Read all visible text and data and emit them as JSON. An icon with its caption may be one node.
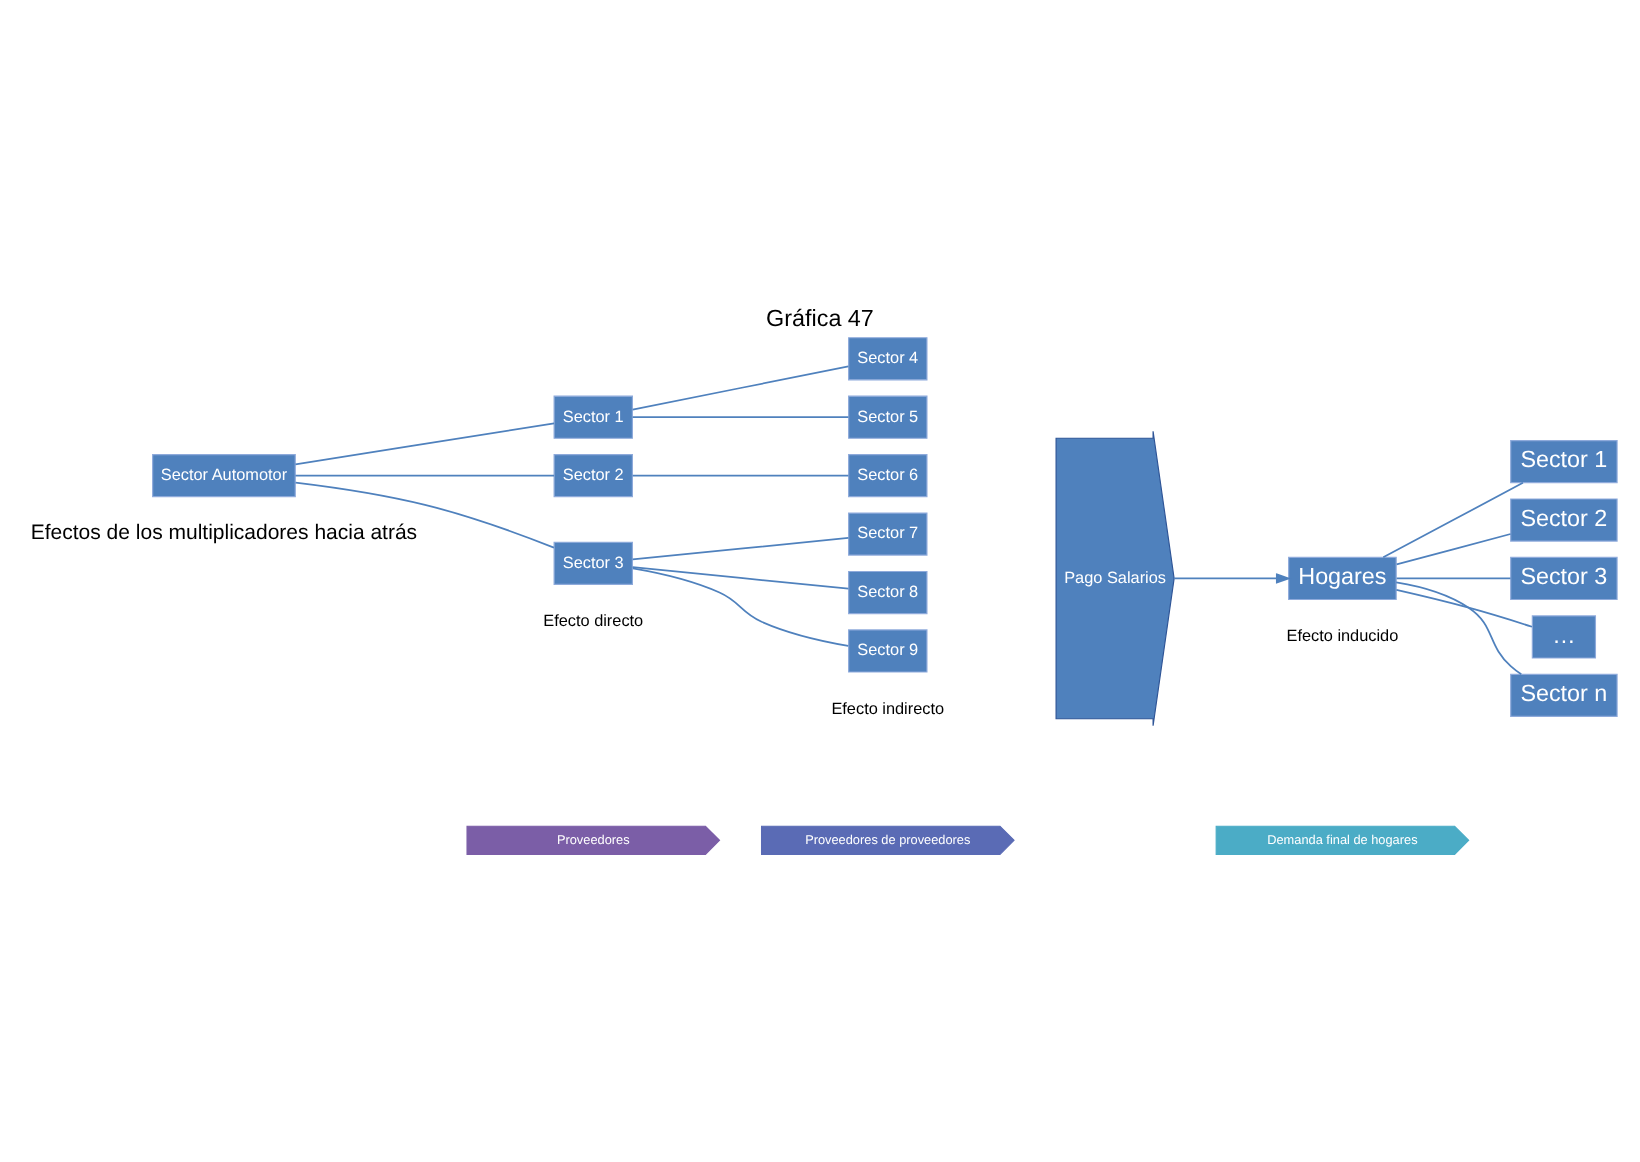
{
  "diagram": {
    "title": "Gráfica 47",
    "nodes": [
      {
        "text": [
          "Proveedores"
        ]
      },
      {
        "text": [
          "Proveedores de proveedores"
        ]
      },
      {
        "text": [
          "Demanda final de hogares"
        ]
      },
      {
        "text": [
          "Sector Automotor"
        ]
      },
      {
        "text": [
          "Sector 1"
        ]
      },
      {
        "text": [
          "Sector 2"
        ]
      },
      {
        "text": [
          "Sector 3"
        ]
      },
      {
        "text": [
          "Sector 4"
        ]
      },
      {
        "text": [
          "Sector 5"
        ]
      },
      {
        "text": [
          "Sector 6"
        ]
      },
      {
        "text": [
          "Sector 7"
        ]
      },
      {
        "text": [
          "Sector 8"
        ]
      },
      {
        "text": [
          "Sector 9"
        ]
      },
      {
        "text": [
          "Pago Salarios"
        ]
      },
      {
        "text": [
          "Hogares"
        ]
      },
      {
        "text": [
          "Sector 1"
        ]
      },
      {
        "text": [
          "Sector 2"
        ]
      },
      {
        "text": [
          "Sector 3"
        ]
      },
      {
        "text": [
          "…"
        ]
      },
      {
        "text": [
          "Sector n"
        ]
      }
    ],
    "edges": [
      {
        "from": 3,
        "to": 4,
        "arrow": "none"
      },
      {
        "from": 3,
        "to": 5,
        "arrow": "none"
      },
      {
        "from": 3,
        "to": 6,
        "arrow": "none"
      },
      {
        "from": 4,
        "to": 7,
        "arrow": "none"
      },
      {
        "from": 4,
        "to": 8,
        "arrow": "none"
      },
      {
        "from": 5,
        "to": 9,
        "arrow": "none"
      },
      {
        "from": 6,
        "to": 10,
        "arrow": "none"
      },
      {
        "from": 6,
        "to": 11,
        "arrow": "none"
      },
      {
        "from": 6,
        "to": 12,
        "arrow": "none"
      },
      {
        "from": 13,
        "to": 14,
        "arrow": "to"
      },
      {
        "from": 14,
        "to": 15,
        "arrow": "none"
      },
      {
        "from": 14,
        "to": 16,
        "arrow": "none"
      },
      {
        "from": 14,
        "to": 17,
        "arrow": "none"
      },
      {
        "from": 14,
        "to": 18,
        "arrow": "none"
      },
      {
        "from": 14,
        "to": 19,
        "arrow": "none"
      }
    ],
    "labels": [
      "Efectos de los multiplicadores hacia atrás",
      "Efecto directo",
      "Efecto indirecto",
      "Efecto inducido"
    ]
  }
}
